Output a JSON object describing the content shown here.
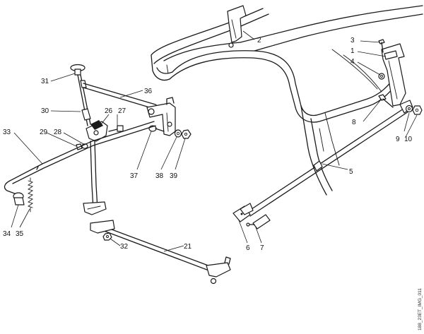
{
  "figure_code": "188_23ET_IMG_011",
  "callouts": {
    "c1": "1",
    "c2": "2",
    "c3": "3",
    "c4": "4",
    "c5": "5",
    "c6": "6",
    "c7": "7",
    "c8": "8",
    "c9": "9",
    "c10": "10",
    "c21": "21",
    "c26": "26",
    "c27": "27",
    "c28": "28",
    "c29": "29",
    "c30": "30",
    "c31": "31",
    "c32": "32",
    "c33": "33",
    "c34": "34",
    "c35": "35",
    "c36": "36",
    "c37": "37",
    "c38": "38",
    "c39": "39"
  }
}
